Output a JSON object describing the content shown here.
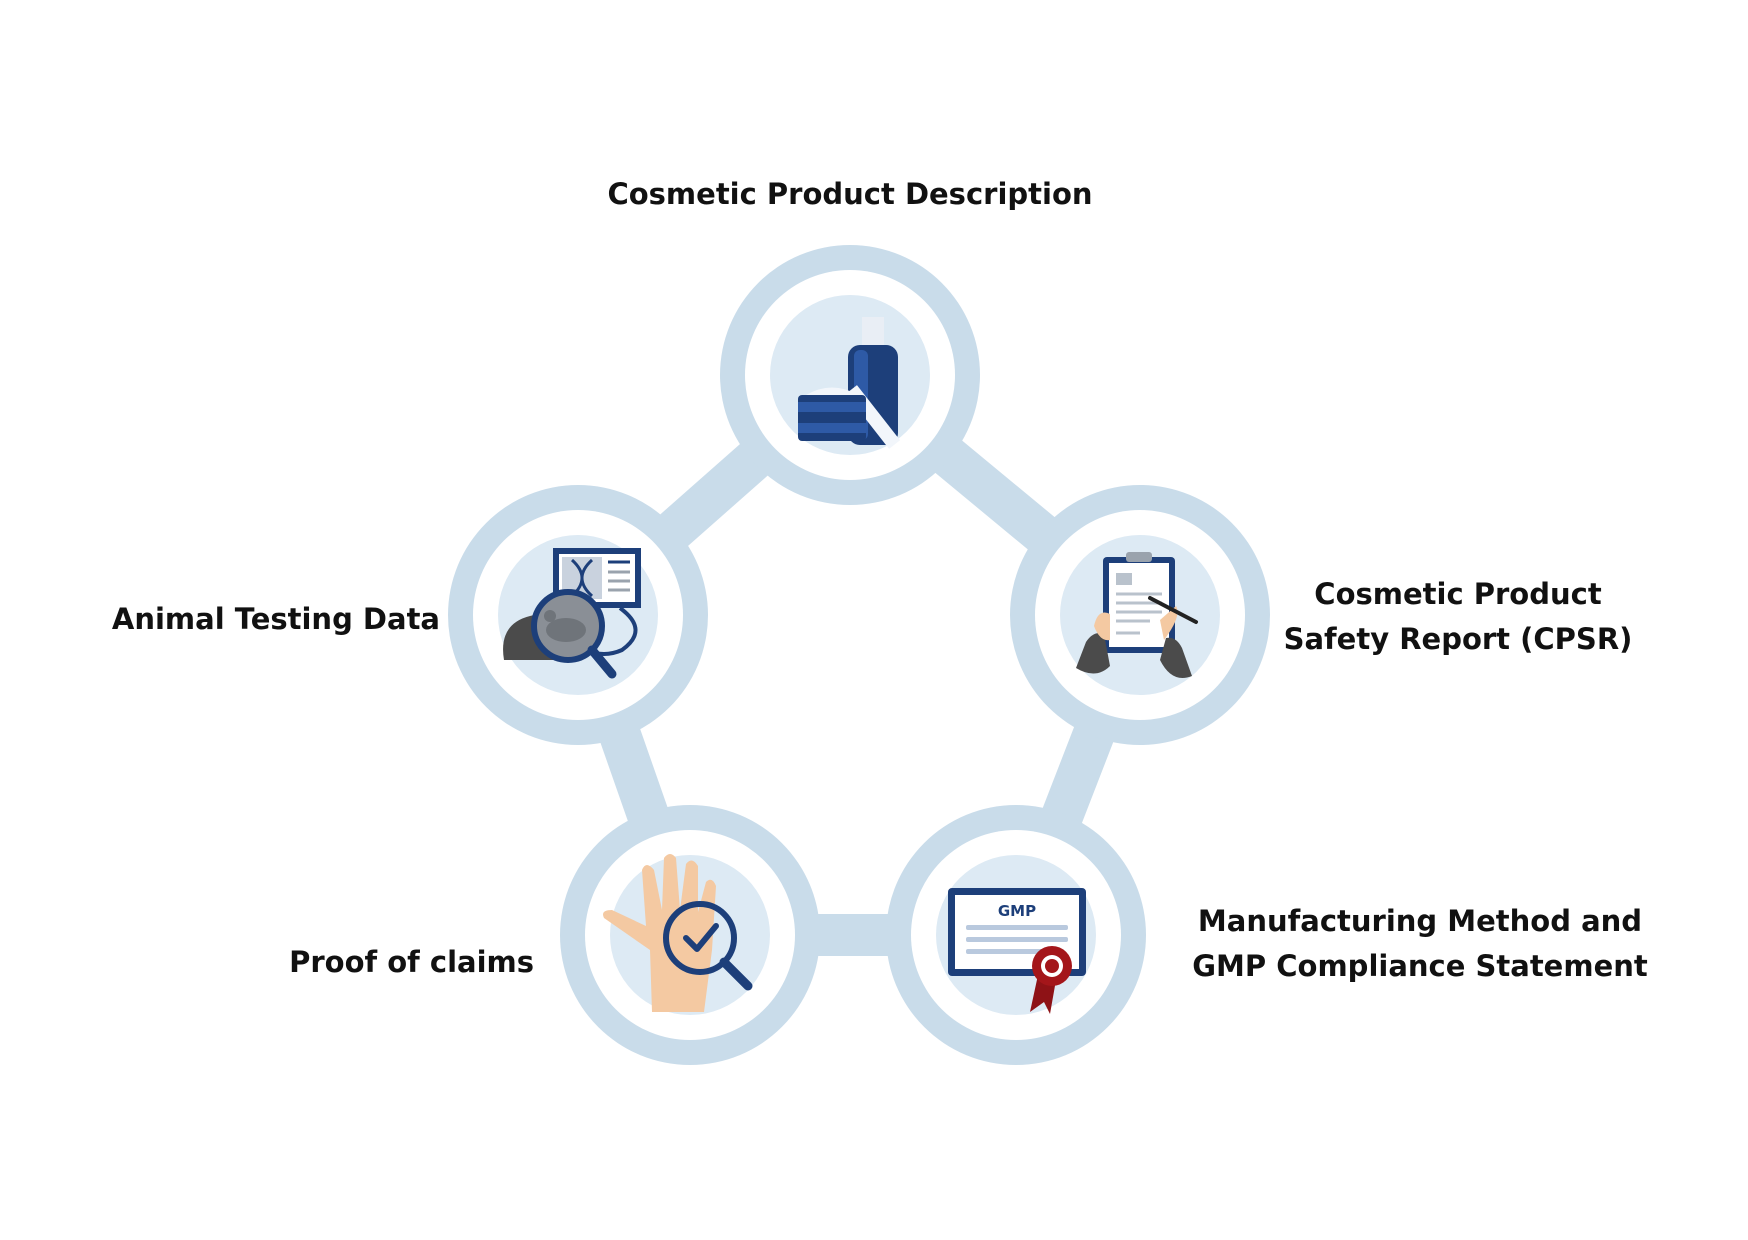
{
  "colors": {
    "ring": "#c9dcea",
    "node_fill": "#ddeaf4",
    "navy": "#1d3f7a",
    "blue": "#2e5aa6",
    "skin": "#f4c9a2",
    "ribbon": "#a4161a",
    "dark_gray": "#4b4b4b"
  },
  "steps": [
    {
      "id": "description",
      "icon": "cosmetic-products-icon",
      "lines": [
        "Cosmetic Product Description"
      ]
    },
    {
      "id": "cpsr",
      "icon": "clipboard-report-icon",
      "lines": [
        "Cosmetic Product",
        "Safety Report (CPSR)"
      ]
    },
    {
      "id": "gmp",
      "icon": "gmp-certificate-icon",
      "lines": [
        "Manufacturing Method and",
        "GMP Compliance Statement"
      ],
      "certificate_text": "GMP"
    },
    {
      "id": "claims",
      "icon": "hand-magnifier-check-icon",
      "lines": [
        "Proof of claims"
      ]
    },
    {
      "id": "animal",
      "icon": "mouse-dna-magnifier-icon",
      "lines": [
        "Animal Testing Data"
      ]
    }
  ]
}
